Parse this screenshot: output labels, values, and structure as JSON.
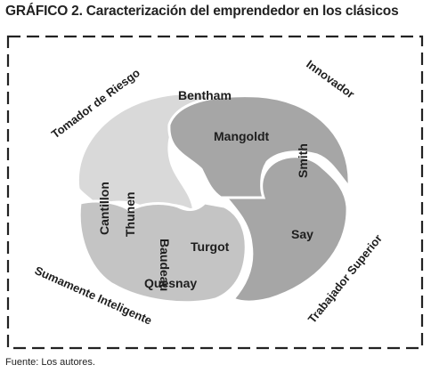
{
  "title": "GRÁFICO 2. Caracterización del emprendedor en los clásicos",
  "source": "Fuente: Los autores.",
  "corner_labels": {
    "top_left": "Tomador de Riesgo",
    "top_right": "Innovador",
    "bottom_left": "Sumamente Inteligente",
    "bottom_right": "Trabajador Superior"
  },
  "authors": {
    "bentham": "Bentham",
    "mangoldt": "Mangoldt",
    "smith": "Smith",
    "cantillon": "Cantillon",
    "thunen": "Thunen",
    "baudeau": "Baudeau",
    "turgot": "Turgot",
    "say": "Say",
    "quesnay": "Quesnay"
  },
  "colors": {
    "light_piece": "#d9d9d9",
    "mid_piece": "#c4c4c4",
    "dark_piece": "#a6a6a6",
    "outline": "#ffffff",
    "frame": "#222222"
  }
}
